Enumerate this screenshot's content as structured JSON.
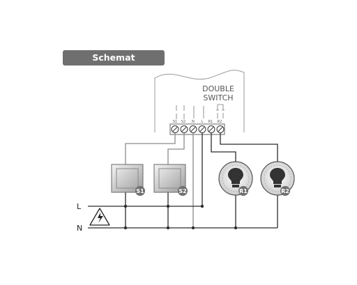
{
  "title": "Schemat podłączenia",
  "device": {
    "name_line1": "DOUBLE",
    "name_line2": "SWITCH",
    "terminals": [
      "S1",
      "S2",
      "N",
      "L",
      "R1",
      "R2"
    ]
  },
  "switches": [
    {
      "label": "S1"
    },
    {
      "label": "S2"
    }
  ],
  "lamps": [
    {
      "label": "R1"
    },
    {
      "label": "R2"
    }
  ],
  "lines": {
    "live": "L",
    "neutral": "N"
  },
  "colors": {
    "wire": "#2b2b2b",
    "grey_wire": "#8a8a8a",
    "label_tab": "#6f6f6f",
    "switch_body": "#bdbdbd"
  }
}
